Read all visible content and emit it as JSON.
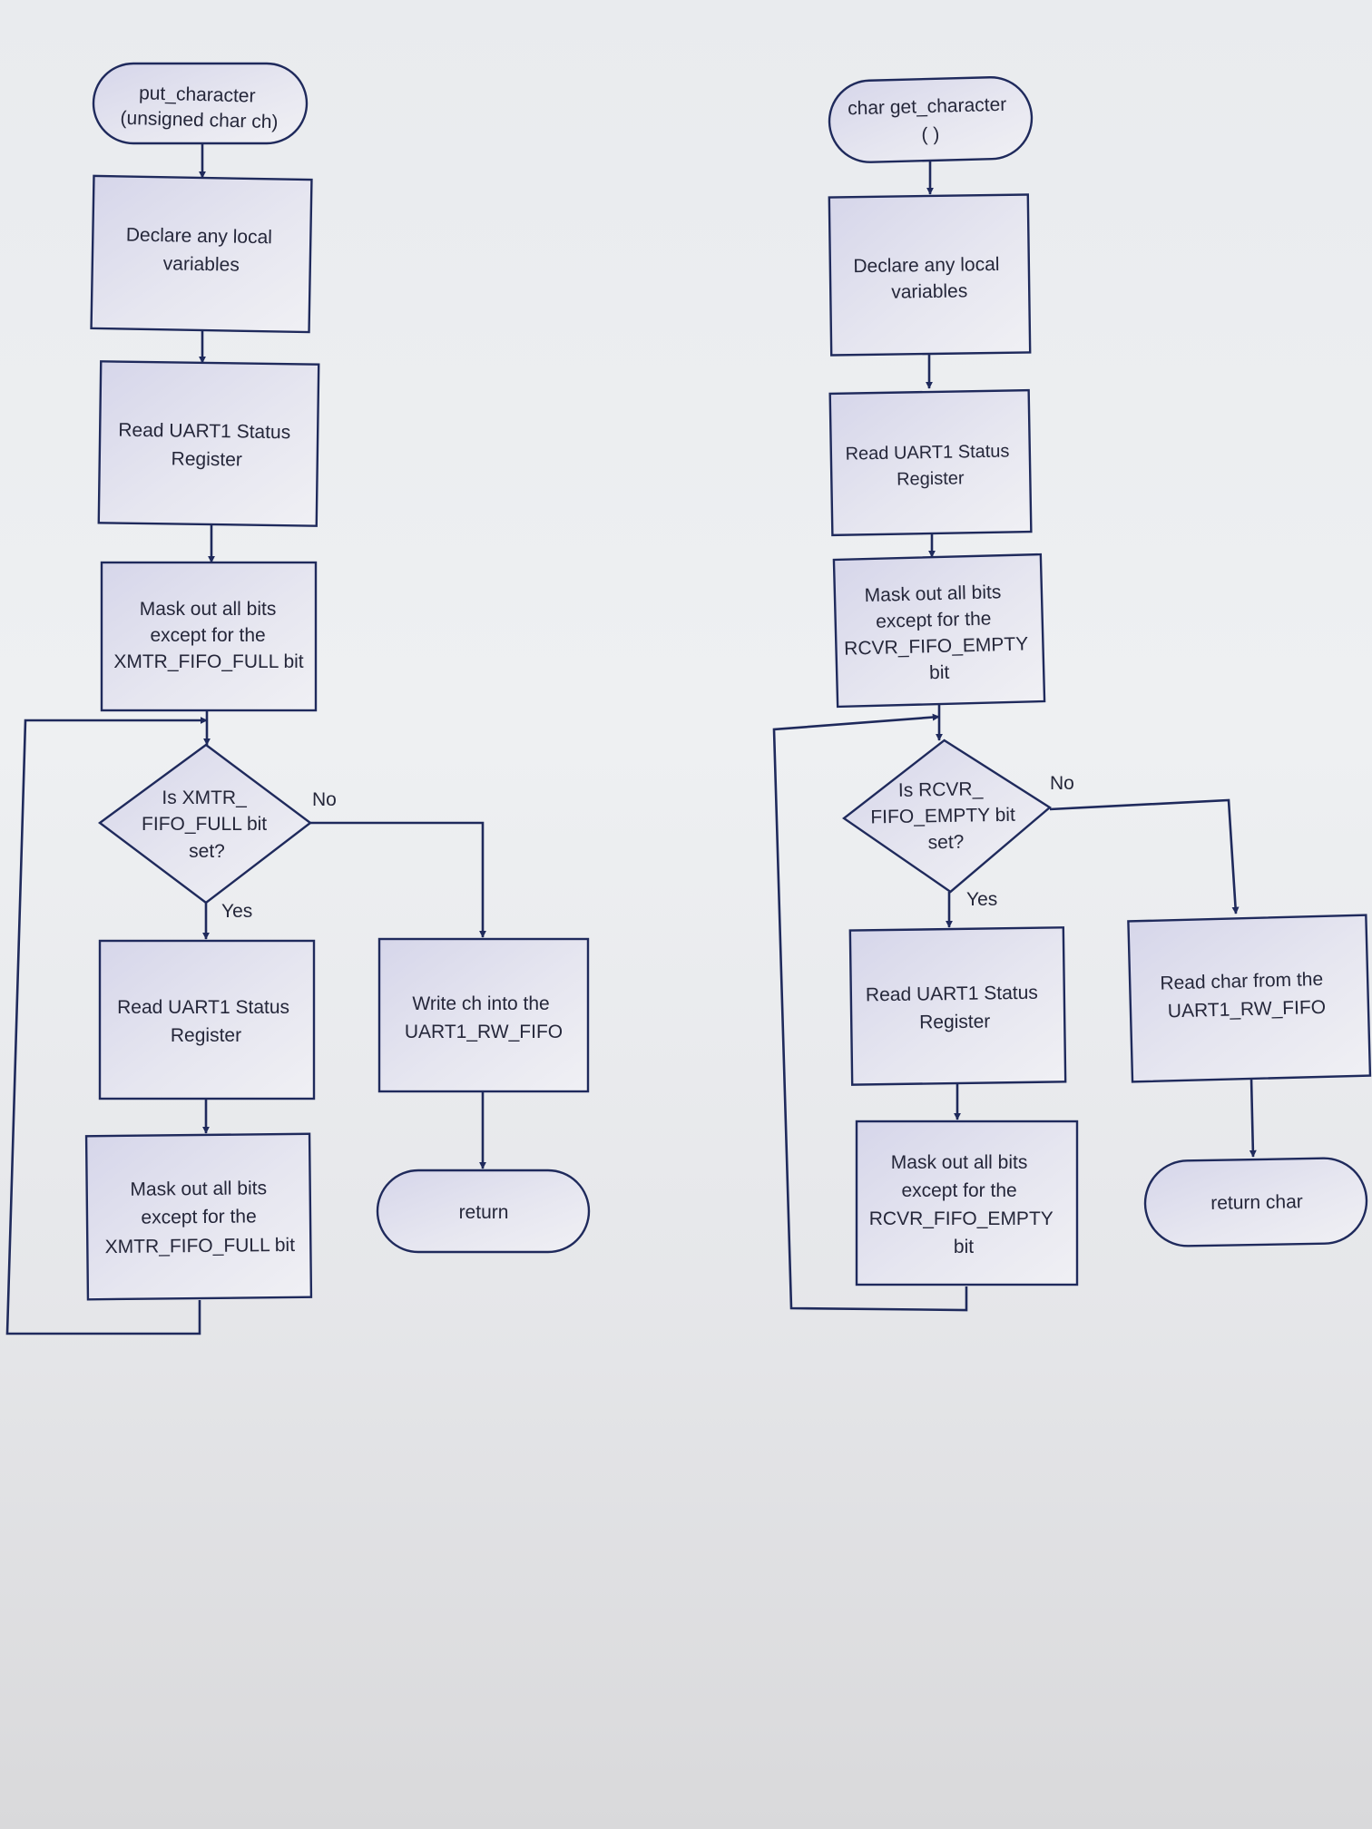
{
  "colors": {
    "stroke": "#1f2a5c",
    "text": "#25273a",
    "paper": "#eceef1",
    "node_shade": "#dcdcec"
  },
  "flowcharts": [
    {
      "start": {
        "lines": [
          "put_character",
          "(unsigned char ch)"
        ]
      },
      "declare": {
        "lines": [
          "Declare any local",
          "variables"
        ]
      },
      "read_status": {
        "lines": [
          "Read UART1 Status",
          "Register"
        ]
      },
      "mask": {
        "lines": [
          "Mask out all bits",
          "except for the",
          "XMTR_FIFO_FULL bit"
        ]
      },
      "decision": {
        "lines": [
          "Is XMTR_",
          "FIFO_FULL bit",
          "set?"
        ]
      },
      "yes_label": "Yes",
      "no_label": "No",
      "loop_read": {
        "lines": [
          "Read UART1 Status",
          "Register"
        ]
      },
      "loop_mask": {
        "lines": [
          "Mask out all bits",
          "except for the",
          "XMTR_FIFO_FULL bit"
        ]
      },
      "action": {
        "lines": [
          "Write ch into the",
          "UART1_RW_FIFO"
        ]
      },
      "end": {
        "lines": [
          "return"
        ]
      }
    },
    {
      "start": {
        "lines": [
          "char get_character",
          "( )"
        ]
      },
      "declare": {
        "lines": [
          "Declare any local",
          "variables"
        ]
      },
      "read_status": {
        "lines": [
          "Read UART1 Status",
          "Register"
        ]
      },
      "mask": {
        "lines": [
          "Mask out all bits",
          "except for the",
          "RCVR_FIFO_EMPTY",
          "bit"
        ]
      },
      "decision": {
        "lines": [
          "Is RCVR_",
          "FIFO_EMPTY bit",
          "set?"
        ]
      },
      "yes_label": "Yes",
      "no_label": "No",
      "loop_read": {
        "lines": [
          "Read UART1 Status",
          "Register"
        ]
      },
      "loop_mask": {
        "lines": [
          "Mask out all bits",
          "except for the",
          "RCVR_FIFO_EMPTY",
          "bit"
        ]
      },
      "action": {
        "lines": [
          "Read char from the",
          "UART1_RW_FIFO"
        ]
      },
      "end": {
        "lines": [
          "return char"
        ]
      }
    }
  ]
}
